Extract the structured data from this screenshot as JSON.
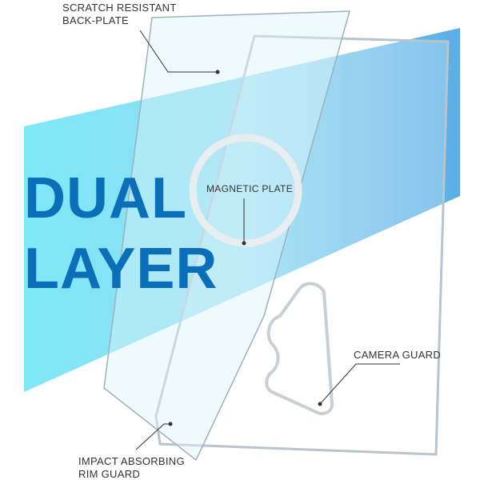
{
  "headline": {
    "line1": "DUAL",
    "line2": "LAYER"
  },
  "callouts": {
    "back_plate": {
      "line1": "SCRATCH RESISTANT",
      "line2": "BACK-PLATE"
    },
    "magnetic": "MAGNETIC PLATE",
    "camera": "CAMERA GUARD",
    "rim": {
      "line1": "IMPACT ABSORBING",
      "line2": "RIM GUARD"
    }
  },
  "colors": {
    "band_light": "#7fe6f5",
    "band_dark": "#5fb0e8",
    "headline": "#0a6fb8"
  }
}
